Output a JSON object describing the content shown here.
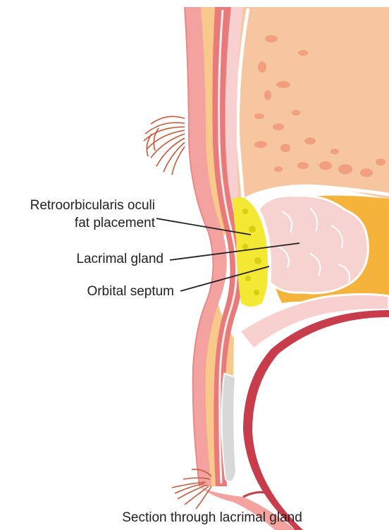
{
  "labels": {
    "retro_line1": "Retroorbicularis oculi",
    "retro_line2": "fat placement",
    "lacrimal": "Lacrimal gland",
    "septum": "Orbital septum"
  },
  "caption": "Section through lacrimal gland",
  "colors": {
    "skin": "#f3a2a0",
    "muscle": "#e87a7a",
    "subcutaneous_fat": "#f8c98a",
    "bone": "#f6c6a1",
    "bone_pores": "#f19f7e",
    "fat": "#f3e833",
    "gland": "#f6d2d0",
    "orbital_fat": "#f4b43c",
    "septum": "#ffffff",
    "globe_wall": "#c73d4c",
    "hair": "#c45a3b",
    "leader_line": "#231f20"
  }
}
